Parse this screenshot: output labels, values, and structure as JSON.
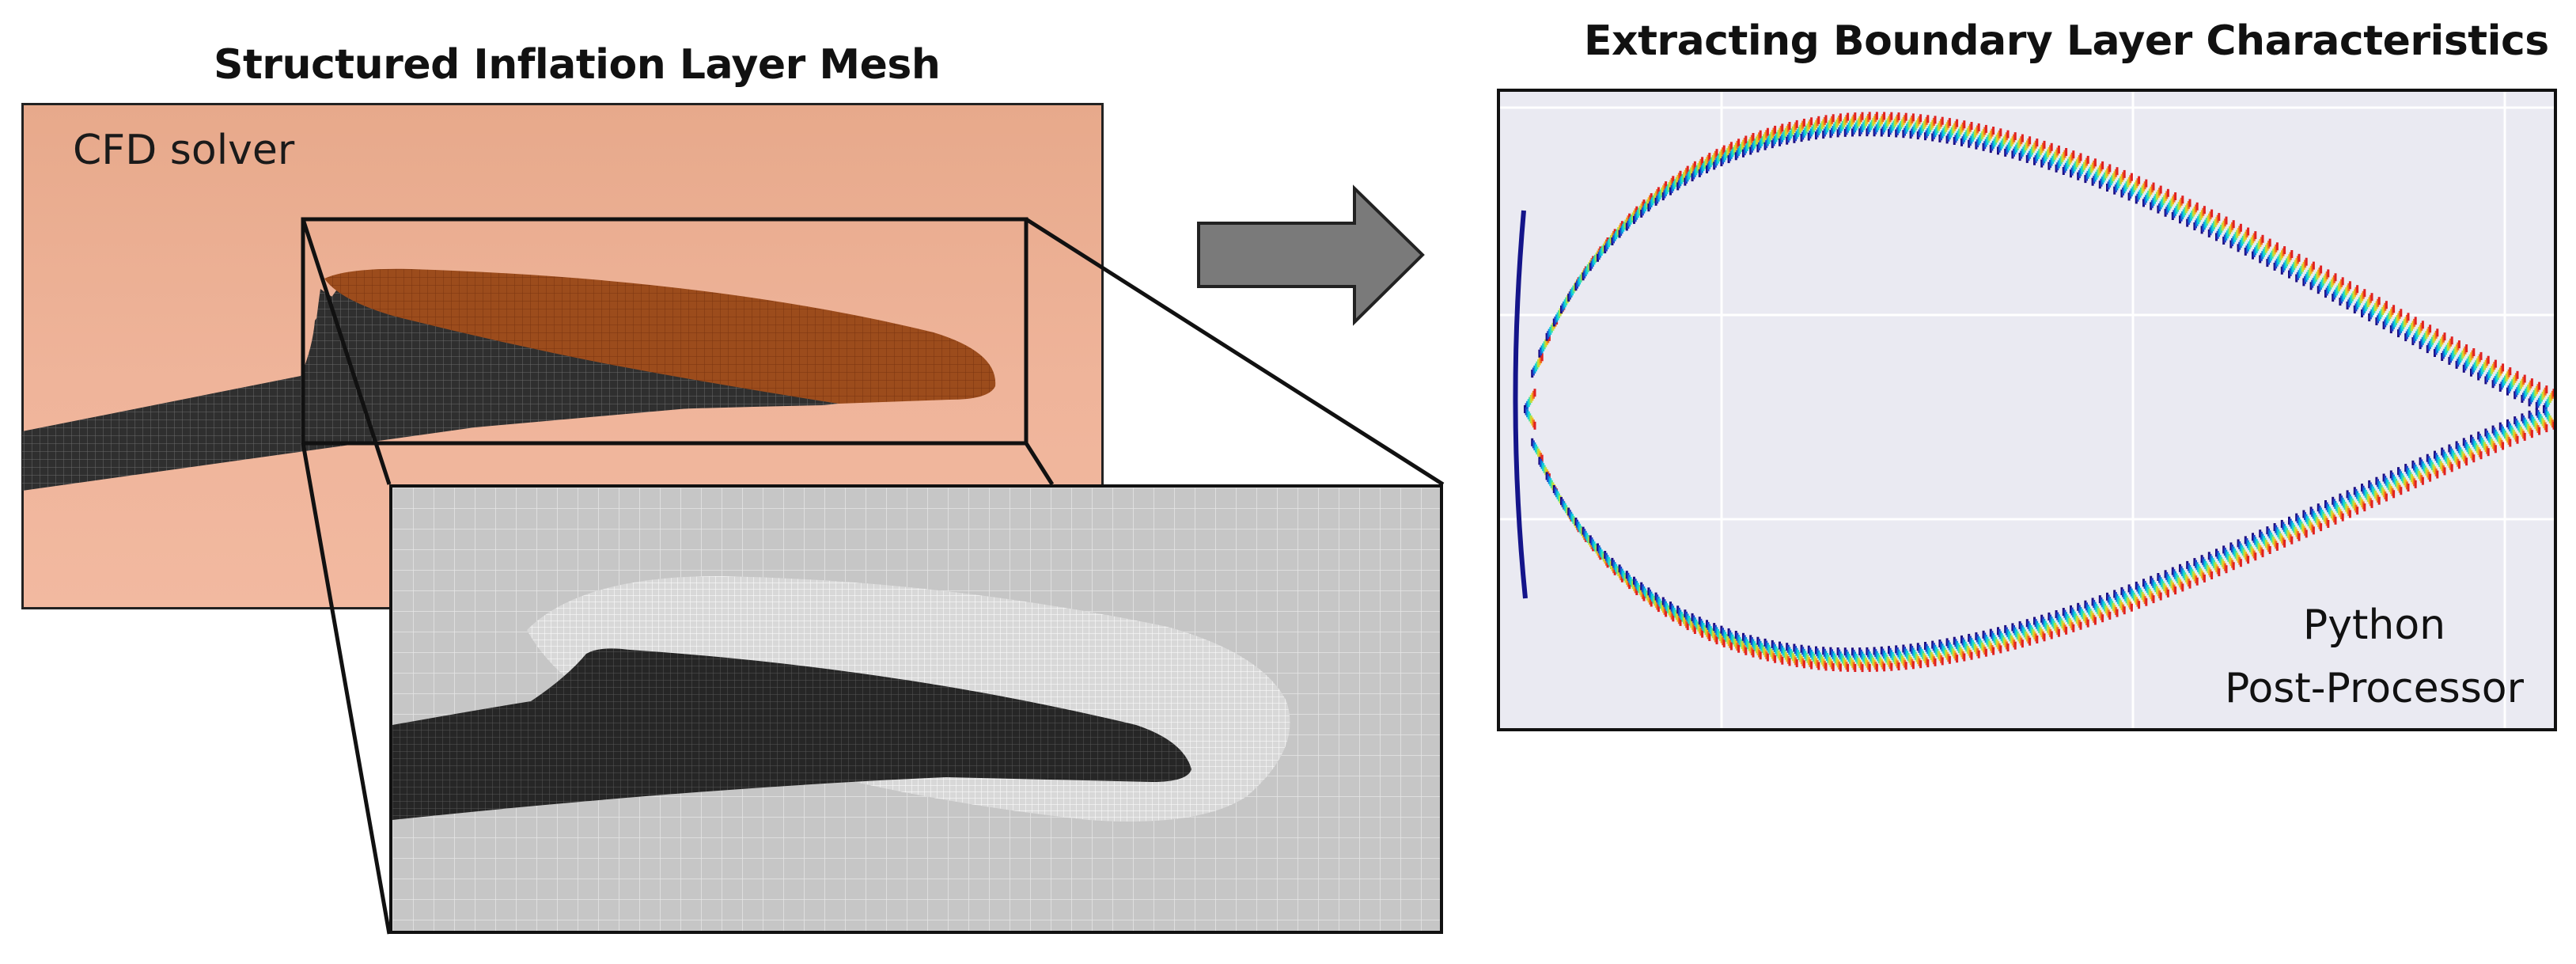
{
  "left": {
    "title": "Structured Inflation Layer Mesh",
    "solver_label": "CFD solver"
  },
  "right": {
    "title": "Extracting Boundary Layer Characteristics",
    "postprocessor_label_line1": "Python",
    "postprocessor_label_line2": "Post-Processor"
  },
  "colors": {
    "panel_background": "#efb49a",
    "wing_surface": "#9a4a1a",
    "mesh_dark": "#2b2b2b",
    "zoom_background": "#c9c9c9",
    "arrow_fill": "#7a7a7a",
    "plot_background": "#eaeaf2"
  },
  "icons": {
    "arrow": "right-arrow-icon"
  }
}
